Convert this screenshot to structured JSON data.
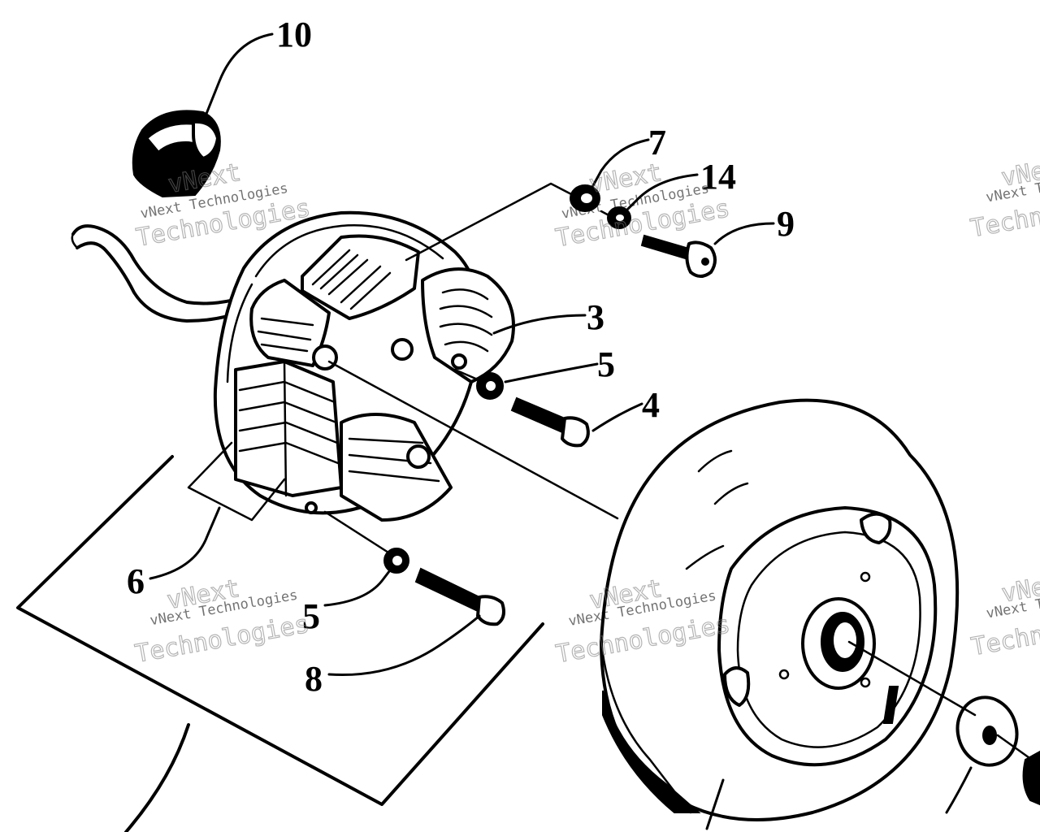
{
  "diagram": {
    "callouts": [
      {
        "id": "callout-10",
        "label": "10"
      },
      {
        "id": "callout-7",
        "label": "7"
      },
      {
        "id": "callout-14",
        "label": "14"
      },
      {
        "id": "callout-9",
        "label": "9"
      },
      {
        "id": "callout-3",
        "label": "3"
      },
      {
        "id": "callout-5a",
        "label": "5"
      },
      {
        "id": "callout-4",
        "label": "4"
      },
      {
        "id": "callout-6",
        "label": "6"
      },
      {
        "id": "callout-5b",
        "label": "5"
      },
      {
        "id": "callout-8",
        "label": "8"
      }
    ],
    "watermark": {
      "line1": "vNext",
      "line2": "vNext Technologies",
      "line3": "Technologies"
    }
  }
}
